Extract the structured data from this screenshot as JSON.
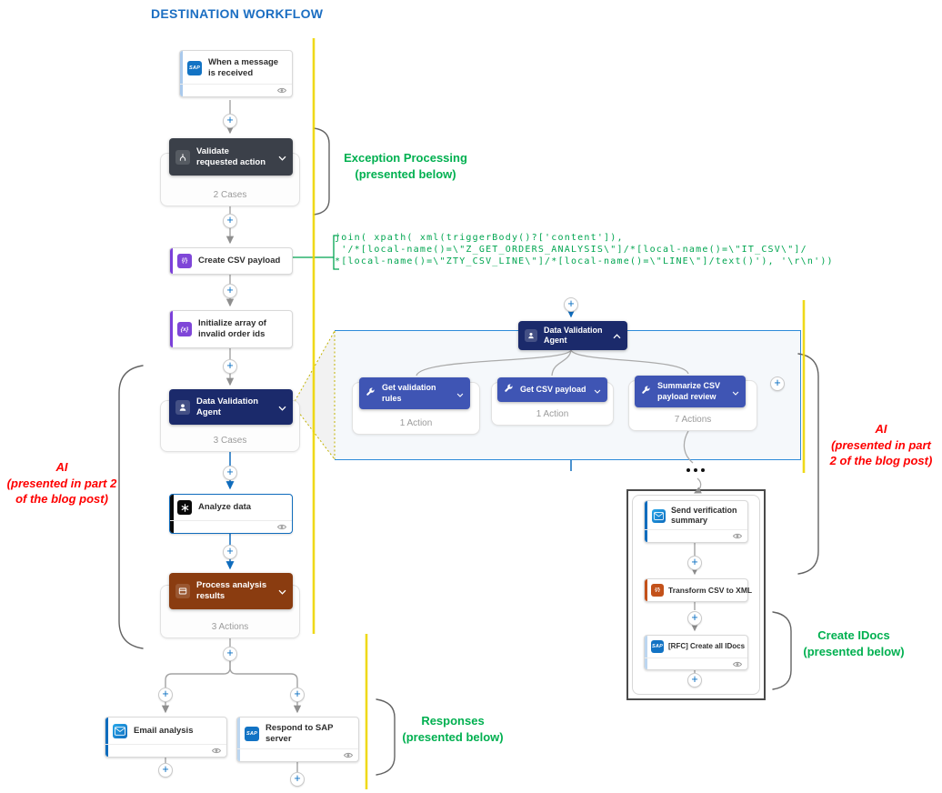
{
  "title": "DESTINATION WORKFLOW",
  "glyphs": {
    "plus": "+"
  },
  "colors": {
    "title_blue": "#1b6ec2",
    "accent_blue": "#0f6cbd",
    "agent_navy": "#1b2a6b",
    "case_blue": "#3f55b4",
    "switch_gray": "#3b4049",
    "scope_brown": "#8a3c10",
    "purple": "#7b3fd9",
    "orange": "#c3511a",
    "annotation_green": "#00B050",
    "annotation_red": "#FE0000",
    "highlight_yellow": "#EDD500",
    "code_green": "#00A550"
  },
  "nodes": {
    "trigger": {
      "label": "When a message is received"
    },
    "validate": {
      "label": "Validate requested action",
      "count": "2 Cases"
    },
    "create_csv": {
      "label": "Create CSV payload"
    },
    "init_array": {
      "label": "Initialize array of invalid order ids"
    },
    "agent": {
      "label": "Data Validation Agent",
      "count": "3 Cases"
    },
    "analyze": {
      "label": "Analyze data"
    },
    "process": {
      "label": "Process analysis results",
      "count": "3 Actions"
    },
    "email": {
      "label": "Email analysis"
    },
    "respond": {
      "label": "Respond to SAP server"
    }
  },
  "agent_panel": {
    "header": {
      "label": "Data Validation Agent"
    },
    "cases": [
      {
        "label": "Get validation rules",
        "count": "1 Action"
      },
      {
        "label": "Get CSV payload",
        "count": "1 Action"
      },
      {
        "label": "Summarize CSV payload review",
        "count": "7 Actions"
      }
    ]
  },
  "idocs_panel": {
    "send": {
      "label": "Send verification summary"
    },
    "transform": {
      "label": "Transform CSV to XML"
    },
    "rfc": {
      "label": "[RFC] Create all IDocs"
    }
  },
  "annotations": {
    "exception": {
      "line1": "Exception Processing",
      "line2": "(presented below)"
    },
    "responses": {
      "line1": "Responses",
      "line2": "(presented below)"
    },
    "create_idocs": {
      "line1": "Create IDocs",
      "line2": "(presented below)"
    },
    "ai_left": {
      "line1": "AI",
      "line2": "(presented in part 2",
      "line3": "of the blog post)"
    },
    "ai_right": {
      "line1": "AI",
      "line2": "(presented in part",
      "line3": "2 of the blog post)"
    }
  },
  "code_snippet": {
    "line1": "join( xpath( xml(triggerBody()?['content']),",
    "line2": " '/*[local-name()=\\\"Z_GET_ORDERS_ANALYSIS\\\"]/*[local-name()=\\\"IT_CSV\\\"]/",
    "line3": "*[local-name()=\\\"ZTY_CSV_LINE\\\"]/*[local-name()=\\\"LINE\\\"]/text()'), '\\r\\n'))"
  }
}
